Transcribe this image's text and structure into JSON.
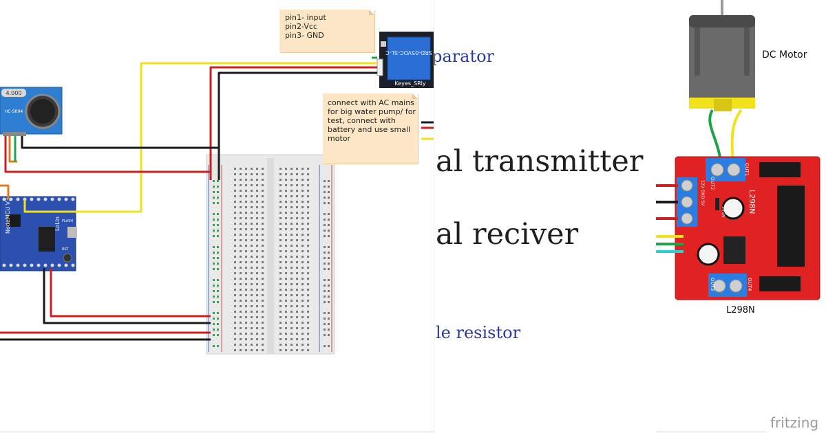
{
  "left_panel": {
    "note_pins": {
      "lines": [
        "pin1- input",
        "pin2-Vcc",
        "pin3- GND"
      ]
    },
    "note_mains": {
      "lines": [
        "connect with AC mains",
        "for big water pump/ for",
        "test, connect with",
        "battery and use small",
        "motor"
      ]
    },
    "relay": {
      "label": "Keyes_SRly",
      "model": "SRD-05VDC-SL-C"
    },
    "ultrasonic": {
      "label": "HC-SR04",
      "crystal": "4.000"
    },
    "nodemcu": {
      "label": "NodeMCU V3",
      "brand": "LoLin",
      "flash": "FLASH",
      "rst": "RST"
    }
  },
  "middle_panel": {
    "line_1": "parator",
    "line_2": "al transmitter",
    "line_3": "al reciver",
    "line_4": "le resistor"
  },
  "right_panel": {
    "motor_label": "DC Motor",
    "driver_label": "L298N",
    "driver_silkscreen": "L298N",
    "out2": "OUT2",
    "out1": "OUT1",
    "out3": "OUT3",
    "out4": "OUT4",
    "power_pins": "12V GND 5V",
    "jumper": "5VEN",
    "watermark": "fritzing"
  },
  "colors": {
    "wire_red": "#cc1f1f",
    "wire_black": "#1a1a1a",
    "wire_yellow": "#f2e21a",
    "wire_green": "#1ea34a",
    "wire_orange": "#e07b1a",
    "board_blue": "#2d5db8",
    "driver_red": "#e02222",
    "terminal_blue": "#2a7de1",
    "note_bg": "#fde6c6",
    "link_blue": "#2b3a9e"
  }
}
